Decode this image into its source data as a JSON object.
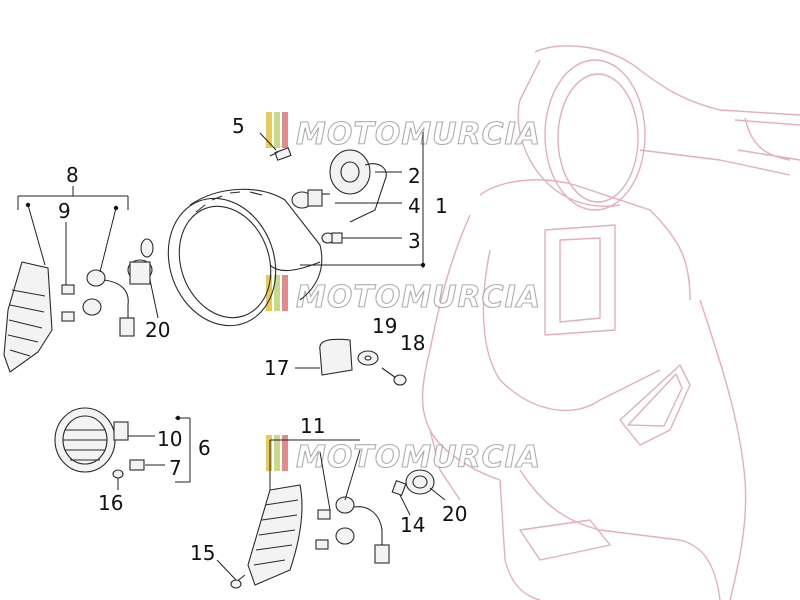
{
  "watermark": {
    "text": "MOTOMURCIA"
  },
  "callouts": {
    "c1": "1",
    "c2": "2",
    "c3": "3",
    "c4": "4",
    "c5": "5",
    "c6": "6",
    "c7": "7",
    "c8": "8",
    "c9": "9",
    "c10": "10",
    "c11": "11",
    "c14": "14",
    "c15": "15",
    "c16": "16",
    "c17": "17",
    "c18": "18",
    "c19": "19",
    "c20a": "20",
    "c20b": "20"
  },
  "colors": {
    "scooter_outline": "#e6aeba",
    "part_stroke": "#2a2a2a",
    "watermark_stroke": "#9a9a9a",
    "logo_stripes": [
      "#e8c95a",
      "#c7d98a",
      "#e58a8a"
    ]
  }
}
